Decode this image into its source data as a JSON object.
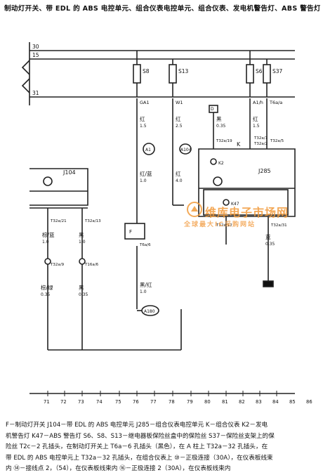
{
  "title": "制动灯开关、带 EDL 的 ABS 电控单元、组合仪表电控单元、组合仪表、发电机警告灯、ABS 警告灯",
  "rails": {
    "top": "30",
    "mid": "15",
    "bottom": "31"
  },
  "fuses": {
    "s8": "S8",
    "s13": "S13",
    "s6": "S6",
    "s37": "S37"
  },
  "terminals": {
    "t1": "GA1",
    "t2": "W1",
    "t3": "A1/h",
    "t4": "T6a/a"
  },
  "wires": {
    "w_red_15": "红",
    "w_red_15_size": "1.5",
    "w_red_25": "红",
    "w_red_25_size": "2.5",
    "w_red_15b": "红",
    "w_red_15b_size": "1.5",
    "w_black": "黑",
    "w_black_size": "0.35",
    "w_red_black": "红/蓝",
    "w_red_black_size": "1.0",
    "w_red_4": "红",
    "w_red_4_size": "4.0",
    "w_brown": "棕/蓝",
    "w_brown_size": "1.0",
    "w_black2": "黑",
    "w_black2_size": "1.0",
    "w_brown_l": "棕/绿",
    "w_brown_l_size": "0.35",
    "w_black3": "黑",
    "w_black3_size": "0.35",
    "w_blue": "蓝",
    "w_blue_size": "0.35",
    "w_brown_black": "黑/红",
    "w_brown_black_size": "1.0"
  },
  "modules": {
    "j104": "J104",
    "j285": "J285",
    "k": "K"
  },
  "components": {
    "a1": "A1",
    "a104": "A104",
    "a180": "A180",
    "k2": "K2",
    "k47": "K47",
    "f": "F",
    "d": "D"
  },
  "connectors": {
    "c1": "T32a/21",
    "c2": "T32a/13",
    "c3": "T32a/9",
    "c4": "T16a/6",
    "c5": "T32a/19",
    "c6": "T32a/1",
    "c7": "T32a/2",
    "c8": "T32a/5",
    "c9": "T6a/6",
    "c10": "T32a/12",
    "c11": "T32a/31"
  },
  "grid_numbers": [
    "71",
    "72",
    "73",
    "74",
    "75",
    "76",
    "77",
    "78",
    "79",
    "80",
    "81",
    "82",
    "83",
    "84",
    "85",
    "86"
  ],
  "watermark": {
    "brand": "维库电子市场网",
    "sub": "全球最大IC采购网站"
  },
  "legend": [
    "F－制动灯开关   J104－带 EDL 的 ABS 电控单元   J285－组合仪表电控单元   K－组合仪表   K2－发电",
    "机警告灯   K47－ABS 警告灯   S6、S8、S13－继电器板保险丝盒中的保险丝   S37－保险丝支架上的保",
    "险丝   T2c－2 孔插头，在制动灯开关上   T6a－6 孔插头（黑色），在 A 柱上   T32a－32 孔插头，在",
    "带 EDL 的 ABS 电控单元上   T32a－32 孔插头，在组合仪表上   ⑩－正极连接（30A），在仪表板线束",
    "内   ⑭－接线点 2，（54），在仪表板线束内   ⑯－正极连接 2（30A），在仪表板线束内"
  ]
}
